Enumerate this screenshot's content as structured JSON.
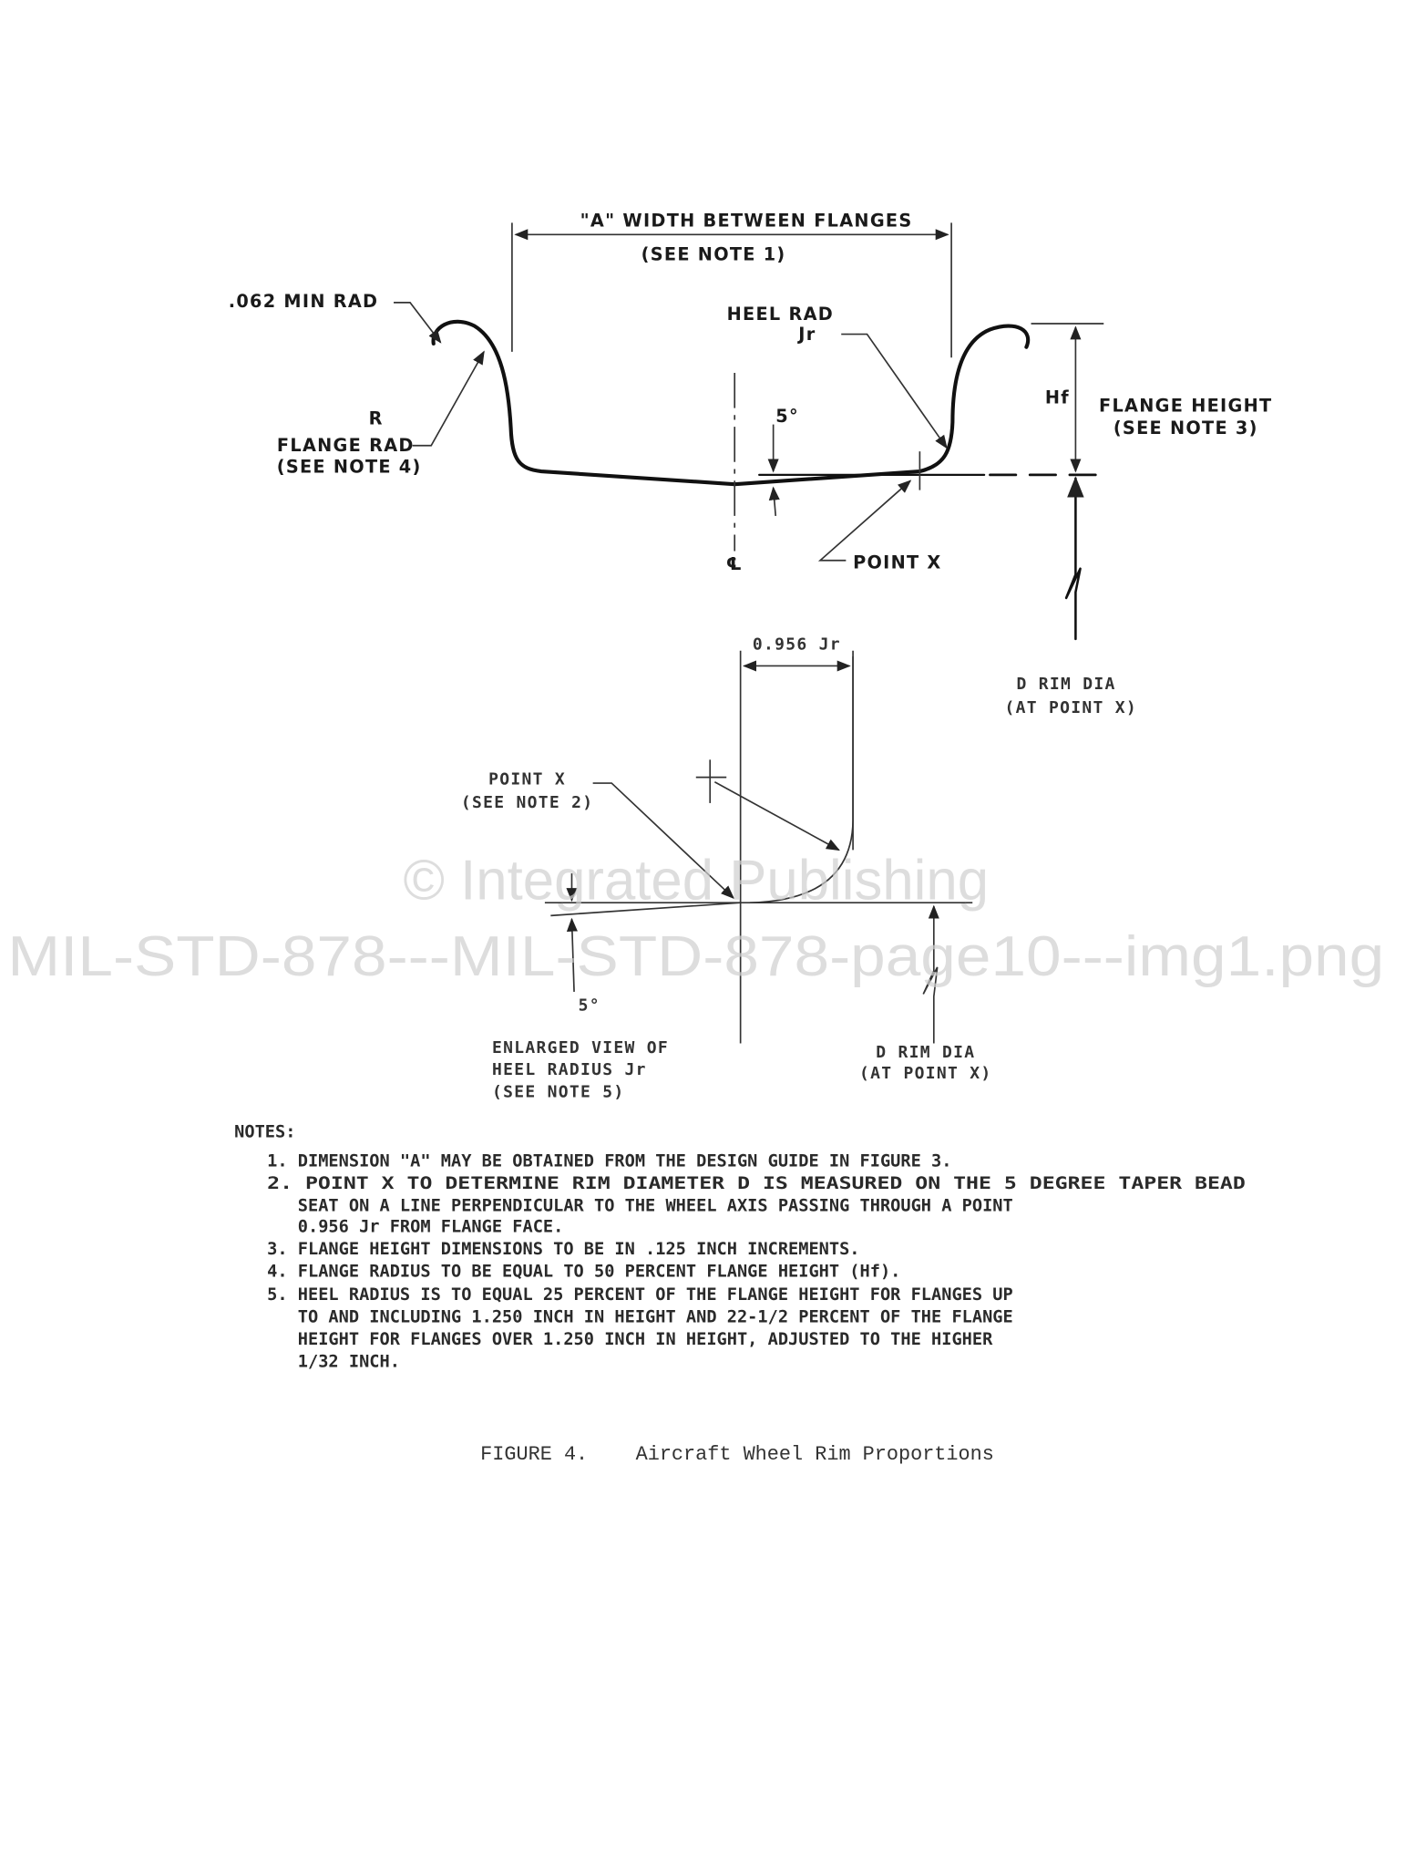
{
  "main_view": {
    "width_label": "\"A\" WIDTH BETWEEN FLANGES",
    "width_note": "(SEE NOTE 1)",
    "min_rad": ".062 MIN RAD",
    "r_label": "R",
    "flange_rad": "FLANGE RAD",
    "flange_rad_note": "(SEE NOTE 4)",
    "heel_rad": "HEEL RAD",
    "heel_rad_sym": "Jr",
    "angle": "5°",
    "centerline": "℄",
    "point_x": "POINT X",
    "hf": "Hf",
    "flange_height": "FLANGE HEIGHT",
    "flange_height_note": "(SEE NOTE 3)",
    "rim_dia": "D RIM DIA",
    "rim_dia_note": "(AT POINT X)"
  },
  "enlarged_view": {
    "dim_label": "0.956 Jr",
    "point_x": "POINT X",
    "point_x_note": "(SEE NOTE 2)",
    "angle": "5°",
    "title_1": "ENLARGED VIEW OF",
    "title_2": "HEEL RADIUS Jr",
    "title_3": "(SEE NOTE 5)",
    "rim_dia": "D RIM DIA",
    "rim_dia_note": "(AT POINT X)"
  },
  "watermark": {
    "line1": "© Integrated Publishing",
    "line2": "MIL-STD-878---MIL-STD-878-page10---img1.png"
  },
  "notes": {
    "heading": "NOTES:",
    "lines": [
      "1. DIMENSION \"A\" MAY BE OBTAINED FROM THE DESIGN GUIDE IN FIGURE 3.",
      "2. POINT X TO DETERMINE RIM DIAMETER D IS MEASURED ON THE 5 DEGREE TAPER BEAD",
      "   SEAT ON A LINE PERPENDICULAR TO THE WHEEL AXIS PASSING THROUGH A POINT",
      "   0.956 Jr FROM FLANGE FACE.",
      "3. FLANGE HEIGHT DIMENSIONS TO BE IN .125 INCH INCREMENTS.",
      "4. FLANGE RADIUS TO BE EQUAL TO 50 PERCENT FLANGE HEIGHT (Hf).",
      "5. HEEL RADIUS IS TO EQUAL 25 PERCENT OF THE FLANGE HEIGHT FOR FLANGES UP",
      "   TO AND INCLUDING 1.250 INCH IN HEIGHT AND 22-1/2 PERCENT OF THE FLANGE",
      "   HEIGHT FOR FLANGES OVER 1.250 INCH IN HEIGHT, ADJUSTED TO THE HIGHER",
      "   1/32 INCH."
    ]
  },
  "caption": "FIGURE 4.    Aircraft Wheel Rim Proportions"
}
